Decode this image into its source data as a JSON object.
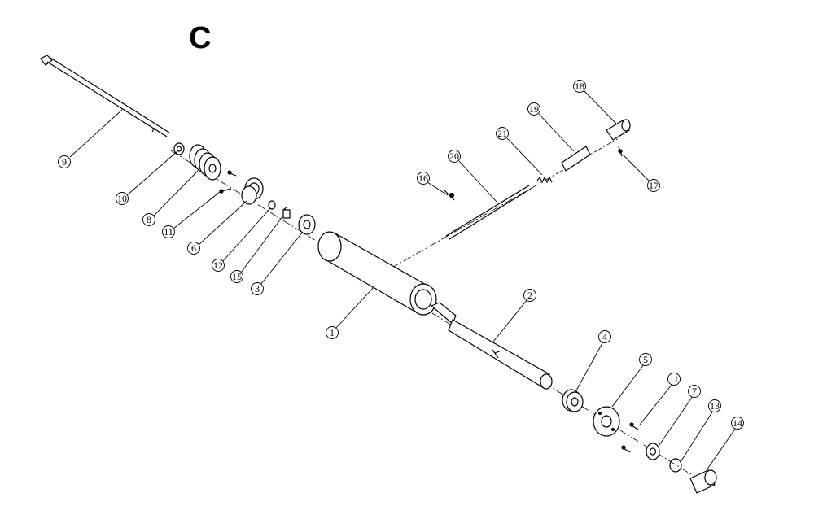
{
  "title": "C",
  "callouts": [
    {
      "id": "c9",
      "label": "9"
    },
    {
      "id": "c10",
      "label": "10"
    },
    {
      "id": "c8",
      "label": "8"
    },
    {
      "id": "c11a",
      "label": "11"
    },
    {
      "id": "c6",
      "label": "6"
    },
    {
      "id": "c12",
      "label": "12"
    },
    {
      "id": "c15",
      "label": "15"
    },
    {
      "id": "c3",
      "label": "3"
    },
    {
      "id": "c1",
      "label": "1"
    },
    {
      "id": "c16",
      "label": "16"
    },
    {
      "id": "c20",
      "label": "20"
    },
    {
      "id": "c21",
      "label": "21"
    },
    {
      "id": "c19",
      "label": "19"
    },
    {
      "id": "c18",
      "label": "18"
    },
    {
      "id": "c17",
      "label": "17"
    },
    {
      "id": "c2",
      "label": "2"
    },
    {
      "id": "c4",
      "label": "4"
    },
    {
      "id": "c5",
      "label": "5"
    },
    {
      "id": "c11b",
      "label": "11"
    },
    {
      "id": "c7",
      "label": "7"
    },
    {
      "id": "c13",
      "label": "13"
    },
    {
      "id": "c14",
      "label": "14"
    }
  ]
}
